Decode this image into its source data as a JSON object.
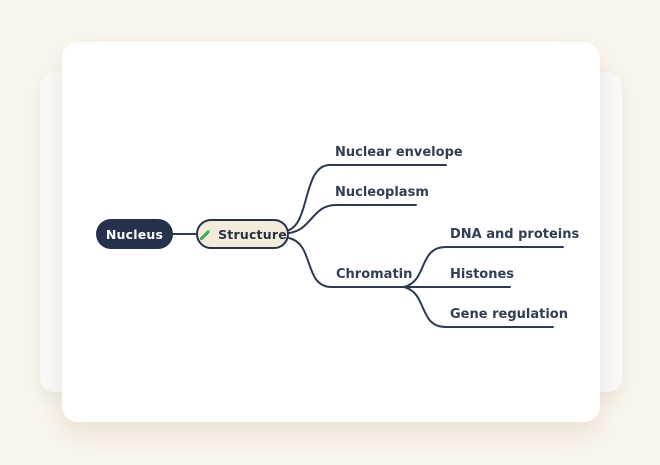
{
  "colors": {
    "page_background": "#faf6ee",
    "canvas_background": "#ffffff",
    "node_navy": "#26324b",
    "branch_line": "#2e3a52",
    "topic_fill": "#f3ecda",
    "icon_green": "#3fae5a"
  },
  "mindmap": {
    "root": {
      "label": "Nucleus"
    },
    "topic": {
      "label": "Structure",
      "icon": "pencil-icon"
    },
    "branches": [
      {
        "label": "Nuclear envelope"
      },
      {
        "label": "Nucleoplasm"
      },
      {
        "label": "Chromatin",
        "children": [
          {
            "label": "DNA and proteins"
          },
          {
            "label": "Histones"
          },
          {
            "label": "Gene regulation"
          }
        ]
      }
    ]
  }
}
